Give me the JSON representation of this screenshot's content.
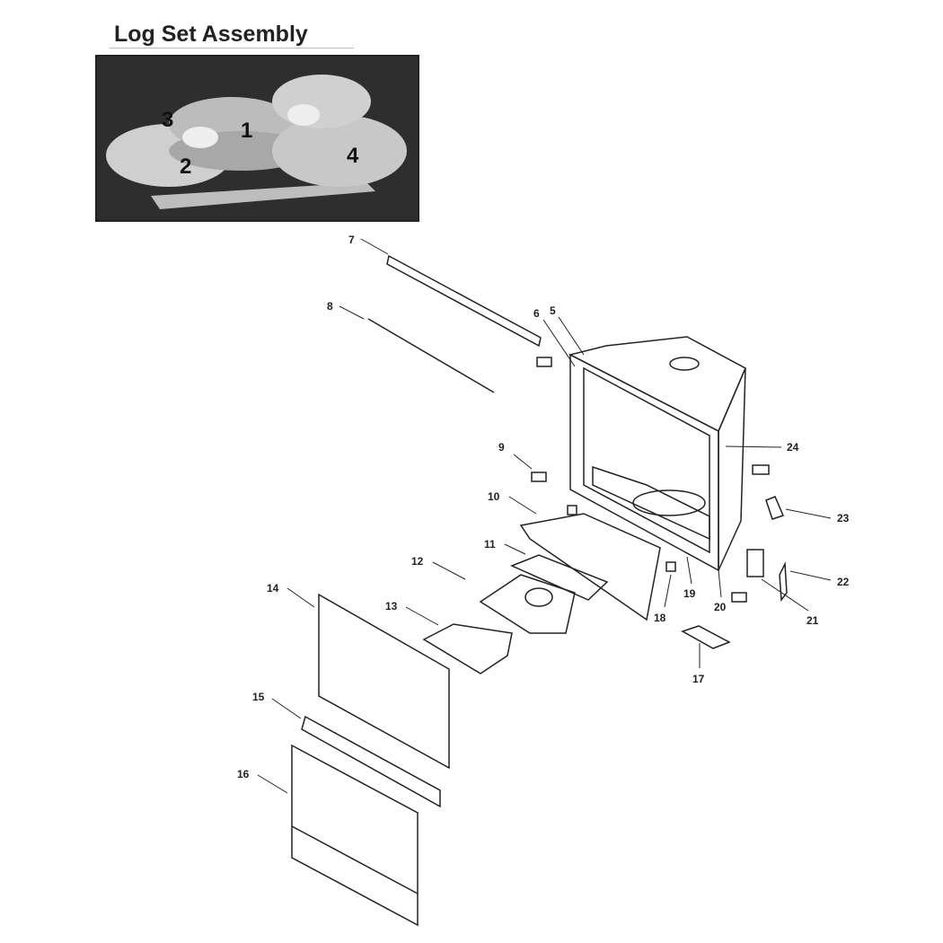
{
  "title": "Log Set Assembly",
  "log_photo_labels": [
    "1",
    "2",
    "3",
    "4"
  ],
  "part_numbers": [
    "5",
    "6",
    "7",
    "8",
    "9",
    "10",
    "11",
    "12",
    "13",
    "14",
    "15",
    "16",
    "17",
    "18",
    "19",
    "20",
    "21",
    "22",
    "23",
    "24"
  ]
}
